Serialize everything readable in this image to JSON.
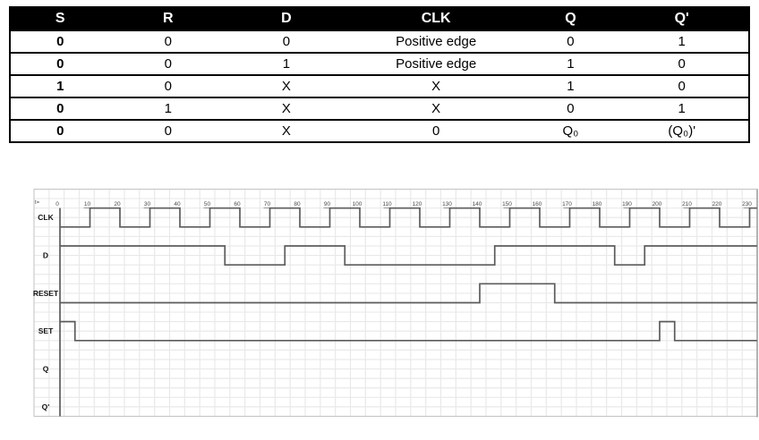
{
  "truth_table": {
    "headers": [
      "S",
      "R",
      "D",
      "CLK",
      "Q",
      "Q'"
    ],
    "rows": [
      [
        "0",
        "0",
        "0",
        "Positive edge",
        "0",
        "1"
      ],
      [
        "0",
        "0",
        "1",
        "Positive edge",
        "1",
        "0"
      ],
      [
        "1",
        "0",
        "X",
        "X",
        "1",
        "0"
      ],
      [
        "0",
        "1",
        "X",
        "X",
        "0",
        "1"
      ],
      [
        "0",
        "0",
        "X",
        "0",
        "Q₀",
        "(Q₀)'"
      ]
    ]
  },
  "timing_diagram": {
    "axis_label": "t=",
    "time_ticks": [
      0,
      10,
      20,
      30,
      40,
      50,
      60,
      70,
      80,
      90,
      100,
      110,
      120,
      130,
      140,
      150,
      160,
      170,
      180,
      190,
      200,
      210,
      220,
      230
    ],
    "t_end": 232.5,
    "signals": [
      {
        "name": "CLK",
        "segments": [
          [
            0,
            0
          ],
          [
            10,
            1
          ],
          [
            20,
            0
          ],
          [
            30,
            1
          ],
          [
            40,
            0
          ],
          [
            50,
            1
          ],
          [
            60,
            0
          ],
          [
            70,
            1
          ],
          [
            80,
            0
          ],
          [
            90,
            1
          ],
          [
            100,
            0
          ],
          [
            110,
            1
          ],
          [
            120,
            0
          ],
          [
            130,
            1
          ],
          [
            140,
            0
          ],
          [
            150,
            1
          ],
          [
            160,
            0
          ],
          [
            170,
            1
          ],
          [
            180,
            0
          ],
          [
            190,
            1
          ],
          [
            200,
            0
          ],
          [
            210,
            1
          ],
          [
            220,
            0
          ],
          [
            230,
            1
          ]
        ]
      },
      {
        "name": "D",
        "segments": [
          [
            0,
            1
          ],
          [
            55,
            0
          ],
          [
            75,
            1
          ],
          [
            95,
            0
          ],
          [
            145,
            1
          ],
          [
            185,
            0
          ],
          [
            195,
            1
          ]
        ]
      },
      {
        "name": "RESET",
        "segments": [
          [
            0,
            0
          ],
          [
            140,
            1
          ],
          [
            165,
            0
          ]
        ]
      },
      {
        "name": "SET",
        "segments": [
          [
            0,
            1
          ],
          [
            5,
            0
          ],
          [
            200,
            1
          ],
          [
            205,
            0
          ]
        ]
      },
      {
        "name": "Q",
        "segments": []
      },
      {
        "name": "Q'",
        "segments": []
      }
    ],
    "colors": {
      "wave": "#5c5c5c",
      "grid": "#e9e9e9",
      "border": "#c4c4c4",
      "right_border": "#9a9a9a",
      "tick": "#9a9a9a"
    }
  }
}
